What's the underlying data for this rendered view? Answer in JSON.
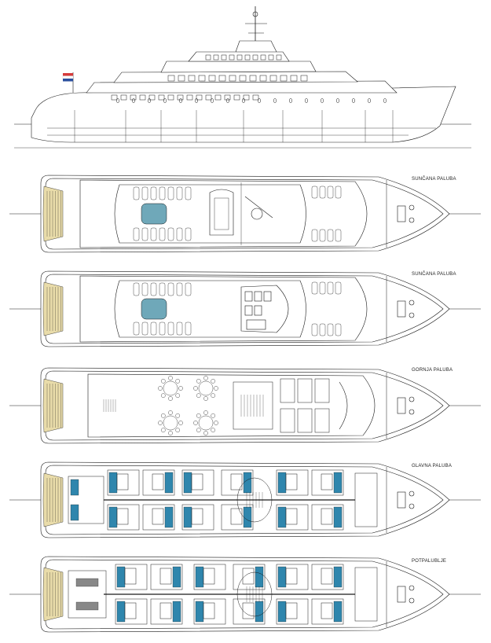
{
  "decks": [
    {
      "id": "sun-deck-upper",
      "label": "SUNČANA PALUBA"
    },
    {
      "id": "sun-deck-lower",
      "label": "SUNČANA PALUBA"
    },
    {
      "id": "upper-deck",
      "label": "GORNJA PALUBA"
    },
    {
      "id": "main-deck",
      "label": "GLAVNA PALUBA"
    },
    {
      "id": "lower-deck",
      "label": "POTPALUBLJE"
    }
  ],
  "colors": {
    "line": "#1a1a1a",
    "sand": "#e9dcaa",
    "pool": "#6fa8b9",
    "cabin_blue": "#2f86ad",
    "flag_red": "#d63a3a",
    "flag_blue": "#2a4f9e"
  },
  "icons": [
    "croatian-flag-icon",
    "tender-boat-icon",
    "round-table-icon",
    "sun-lounger-icon",
    "anchor-winch-icon"
  ]
}
